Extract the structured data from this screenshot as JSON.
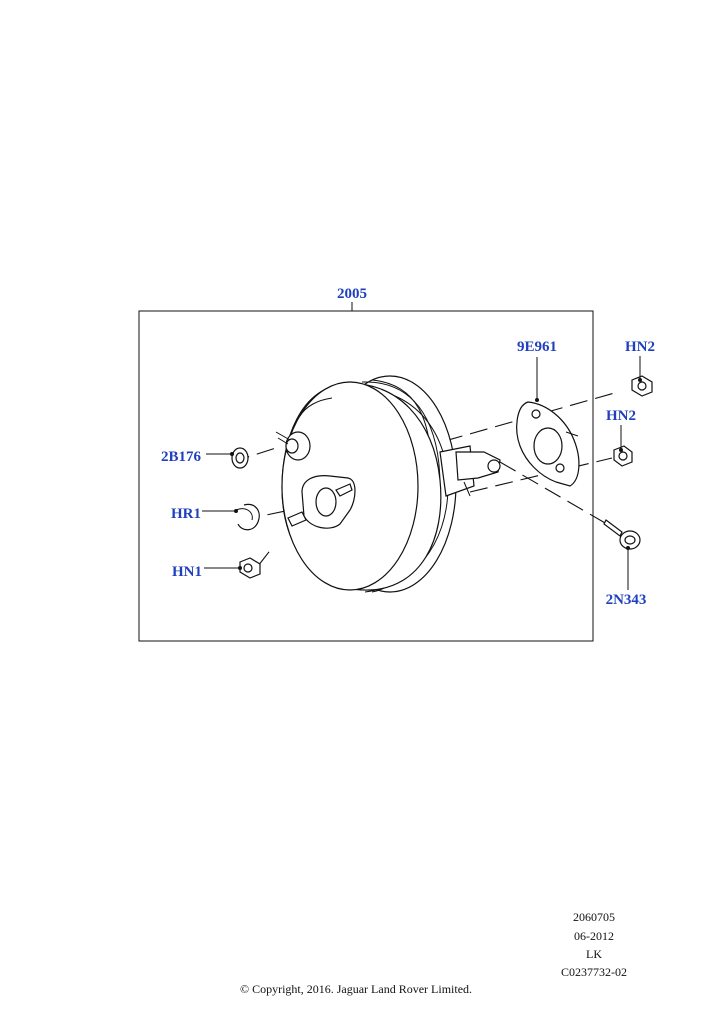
{
  "callouts": {
    "assembly": "2005",
    "bracket": "9E961",
    "nut_top": "HN2",
    "nut_mid": "HN2",
    "seal": "2B176",
    "ring": "HR1",
    "nut_left": "HN1",
    "pin": "2N343"
  },
  "meta": {
    "code": "2060705",
    "date": "06-2012",
    "initials": "LK",
    "ref": "C0237732-02"
  },
  "copyright": "© Copyright, 2016. Jaguar Land Rover Limited.",
  "colors": {
    "callout": "#1f3fbf",
    "line": "#111111"
  }
}
